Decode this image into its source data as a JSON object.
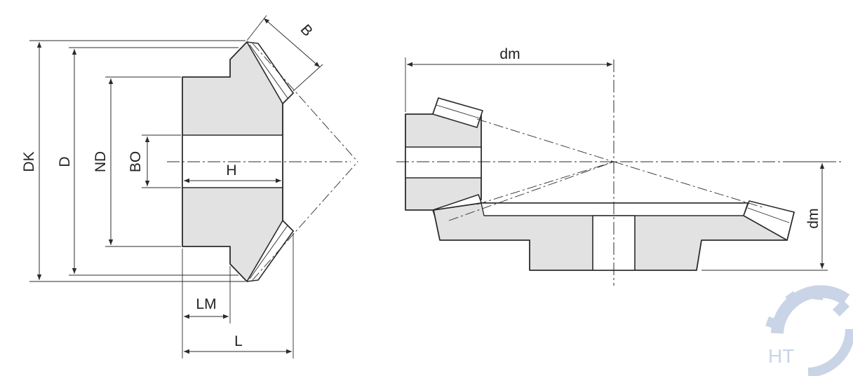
{
  "colors": {
    "outline": "#2b2b2b",
    "gear_fill": "#e2e2e2",
    "tooth_fill": "#ffffff",
    "logo": "#c9d4e6"
  },
  "left_view": {
    "labels": {
      "dk": "DK",
      "d": "D",
      "nd": "ND",
      "bo": "BO",
      "h": "H",
      "b": "B",
      "lm": "LM",
      "l": "L"
    }
  },
  "right_view": {
    "labels": {
      "dm_top": "dm",
      "dm_side": "dm"
    }
  },
  "logo": {
    "text": "HT",
    "icon": "gear-icon"
  }
}
